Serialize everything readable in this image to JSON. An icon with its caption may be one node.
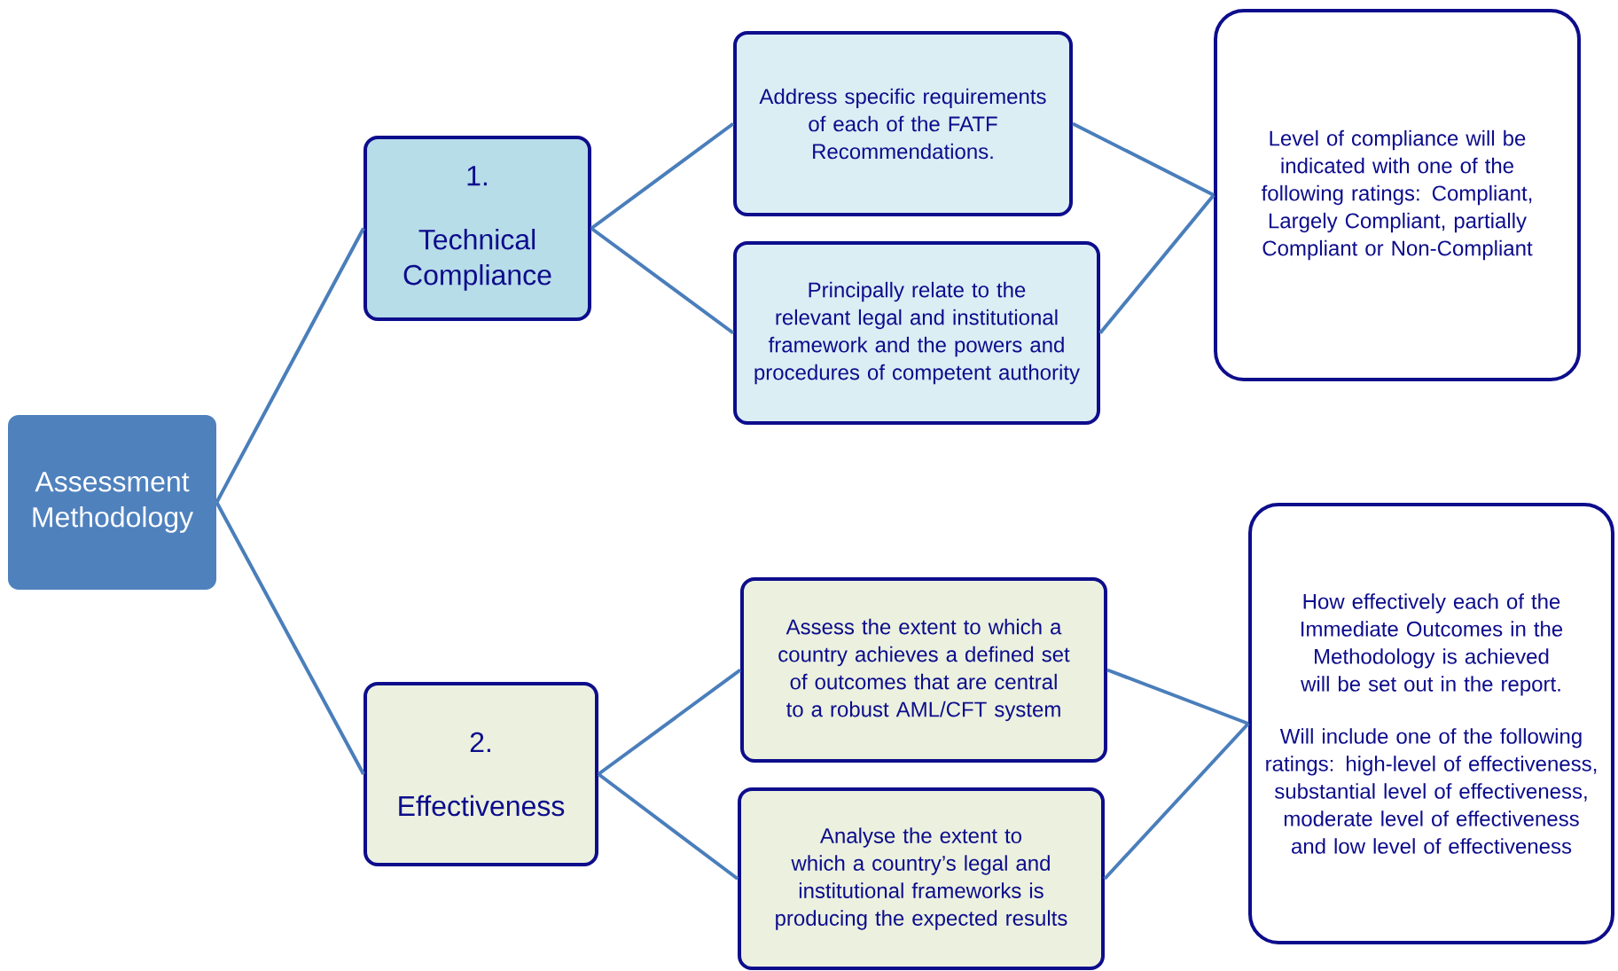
{
  "diagram": {
    "nodes": [
      {
        "text": [
          "Assessment Methodology"
        ]
      },
      {
        "text": [
          "1.",
          "Technical Compliance"
        ]
      },
      {
        "text": [
          "Address specific requirements of each of the FATF Recommendations."
        ]
      },
      {
        "text": [
          "Principally relate to the relevant legal and institutional framework and the powers and procedures of competent authority"
        ]
      },
      {
        "text": [
          "Level of compliance will be indicated with one of the following ratings: Compliant, Largely Compliant, partially Compliant or Non-Compliant"
        ]
      },
      {
        "text": [
          "2.",
          "Effectiveness"
        ]
      },
      {
        "text": [
          "Assess the extent to which a country achieves a defined set of outcomes that are central to a robust AML/CFT system"
        ]
      },
      {
        "text": [
          "Analyse the extent to which a country’s legal and institutional frameworks is producing the expected results"
        ]
      },
      {
        "text": [
          "How effectively each of the Immediate Outcomes in the Methodology  is achieved will be set out in the report.",
          "Will include one of the following ratings: high-level of effectiveness, substantial level of effectiveness, moderate level of effectiveness and low level of effectiveness"
        ]
      }
    ],
    "edges": [
      {
        "from": 0,
        "to": 1,
        "arrow": "none"
      },
      {
        "from": 0,
        "to": 5,
        "arrow": "none"
      },
      {
        "from": 1,
        "to": 2,
        "arrow": "none"
      },
      {
        "from": 1,
        "to": 3,
        "arrow": "none"
      },
      {
        "from": 2,
        "to": 4,
        "arrow": "none"
      },
      {
        "from": 3,
        "to": 4,
        "arrow": "none"
      },
      {
        "from": 5,
        "to": 6,
        "arrow": "none"
      },
      {
        "from": 5,
        "to": 7,
        "arrow": "none"
      },
      {
        "from": 6,
        "to": 8,
        "arrow": "none"
      },
      {
        "from": 7,
        "to": 8,
        "arrow": "none"
      }
    ]
  }
}
